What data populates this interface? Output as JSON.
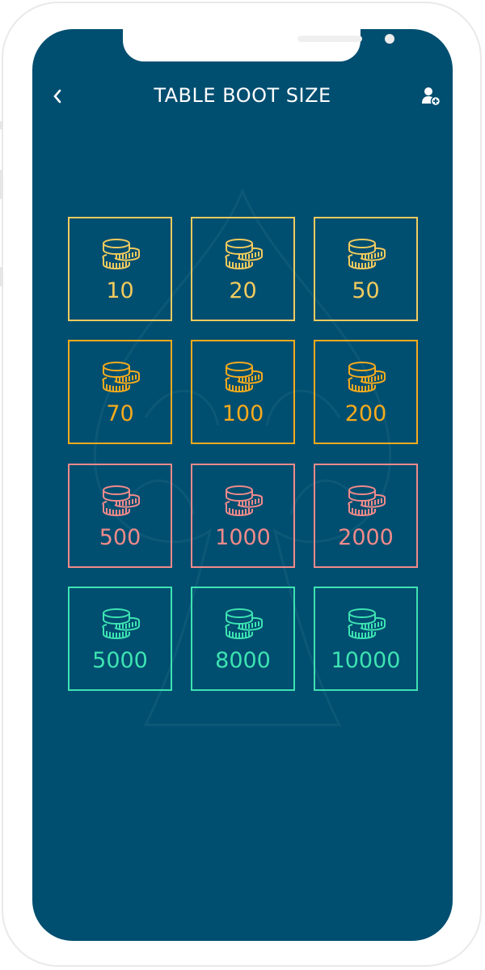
{
  "header": {
    "title": "TABLE BOOT SIZE",
    "back_icon": "chevron-left-icon",
    "action_icon": "add-user-icon"
  },
  "colors": {
    "background": "#004e70",
    "tier1": "#f2cb5e",
    "tier2": "#f6ab1c",
    "tier3": "#f08a8a",
    "tier4": "#3de3b2"
  },
  "boot_sizes": [
    {
      "value": "10",
      "tier": "tier1"
    },
    {
      "value": "20",
      "tier": "tier1"
    },
    {
      "value": "50",
      "tier": "tier1"
    },
    {
      "value": "70",
      "tier": "tier2"
    },
    {
      "value": "100",
      "tier": "tier2"
    },
    {
      "value": "200",
      "tier": "tier2"
    },
    {
      "value": "500",
      "tier": "tier3"
    },
    {
      "value": "1000",
      "tier": "tier3"
    },
    {
      "value": "2000",
      "tier": "tier3"
    },
    {
      "value": "5000",
      "tier": "tier4"
    },
    {
      "value": "8000",
      "tier": "tier4"
    },
    {
      "value": "10000",
      "tier": "tier4"
    }
  ]
}
